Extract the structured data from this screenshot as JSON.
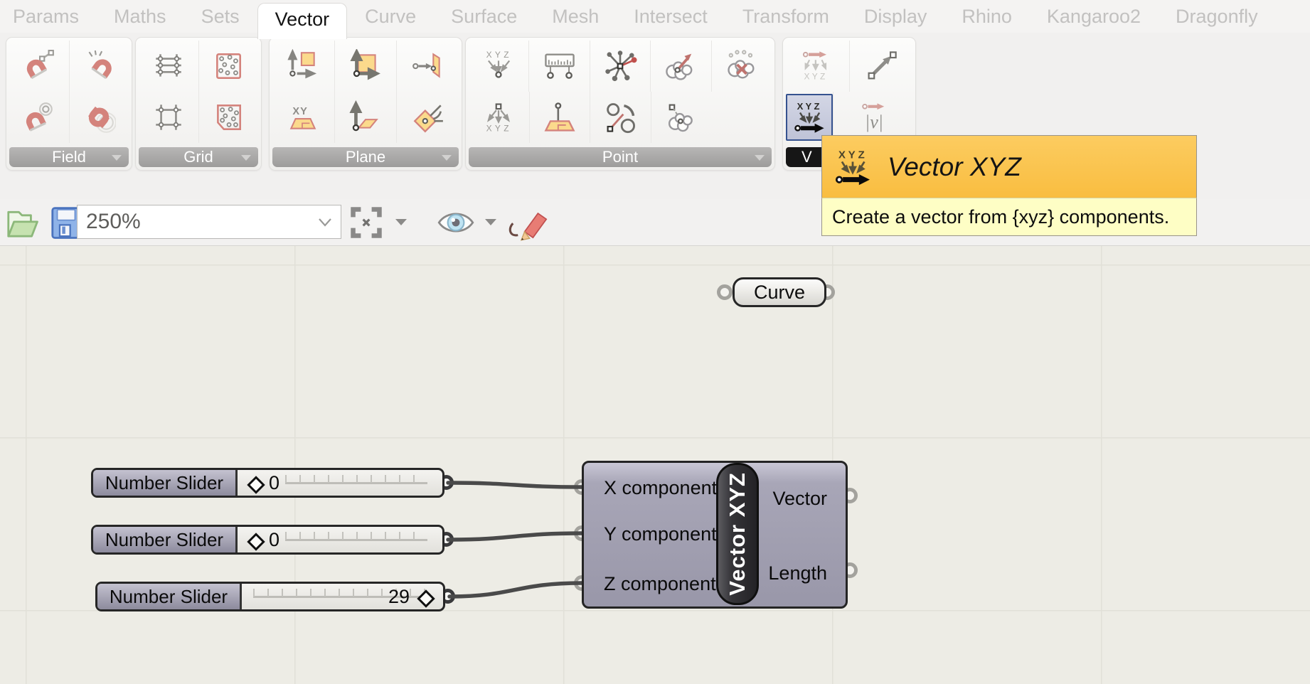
{
  "tabs": {
    "items": [
      "Params",
      "Maths",
      "Sets",
      "Vector",
      "Curve",
      "Surface",
      "Mesh",
      "Intersect",
      "Transform",
      "Display",
      "Rhino",
      "Kangaroo2",
      "Dragonfly"
    ],
    "active": "Vector"
  },
  "ribbon": {
    "groups": [
      {
        "label": "Field"
      },
      {
        "label": "Grid"
      },
      {
        "label": "Plane"
      },
      {
        "label": "Point"
      },
      {
        "label": "V"
      }
    ]
  },
  "toolbar": {
    "zoom_value": "250%"
  },
  "tooltip": {
    "title": "Vector XYZ",
    "description": "Create a vector from {xyz} components."
  },
  "canvas": {
    "curve_param": {
      "label": "Curve"
    },
    "sliders": [
      {
        "label": "Number Slider",
        "value": "0"
      },
      {
        "label": "Number Slider",
        "value": "0"
      },
      {
        "label": "Number Slider",
        "value": "29"
      }
    ],
    "vector_xyz": {
      "title": "Vector XYZ",
      "inputs": [
        "X component",
        "Y component",
        "Z component"
      ],
      "outputs": [
        "Vector",
        "Length"
      ]
    }
  },
  "icons": {
    "toolbar": [
      "open-file-icon",
      "save-file-icon",
      "zoom-extents-icon",
      "preview-eye-icon",
      "sketch-pencil-icon"
    ],
    "field_group": [
      "point-charge-icon",
      "spin-force-icon",
      "line-charge-icon",
      "merge-fields-icon"
    ],
    "grid_group": [
      "rectangular-grid-icon",
      "square-grid-icon",
      "populate-2d-icon",
      "populate-3d-icon"
    ],
    "plane_group": [
      "construct-plane-icon",
      "xy-plane-icon",
      "plane-normal-icon",
      "plane-fit-icon",
      "plane-origin-icon",
      "plane-angle-icon"
    ],
    "point_group": [
      "construct-point-icon",
      "distance-icon",
      "closest-point-icon",
      "cloud-project-icon",
      "cloud-cull-icon",
      "deconstruct-point-icon",
      "point-on-plane-icon",
      "pull-point-icon",
      "point-cloud-icon"
    ],
    "vector_group": [
      "deconstruct-vector-icon",
      "vector-2pt-icon",
      "vector-xyz-icon",
      "vector-length-icon"
    ]
  },
  "colors": {
    "canvas_bg": "#EDECE5",
    "grid_line": "#E1E0D8",
    "wire": "#4A4A4A",
    "component_body": "#A5A3B4",
    "selection_blue": "#35528F",
    "tooltip_header": "#FAC24E",
    "tooltip_body": "#FEFEC5",
    "magnet_red": "#D4837C",
    "plane_yellow": "#FBDA8C"
  }
}
